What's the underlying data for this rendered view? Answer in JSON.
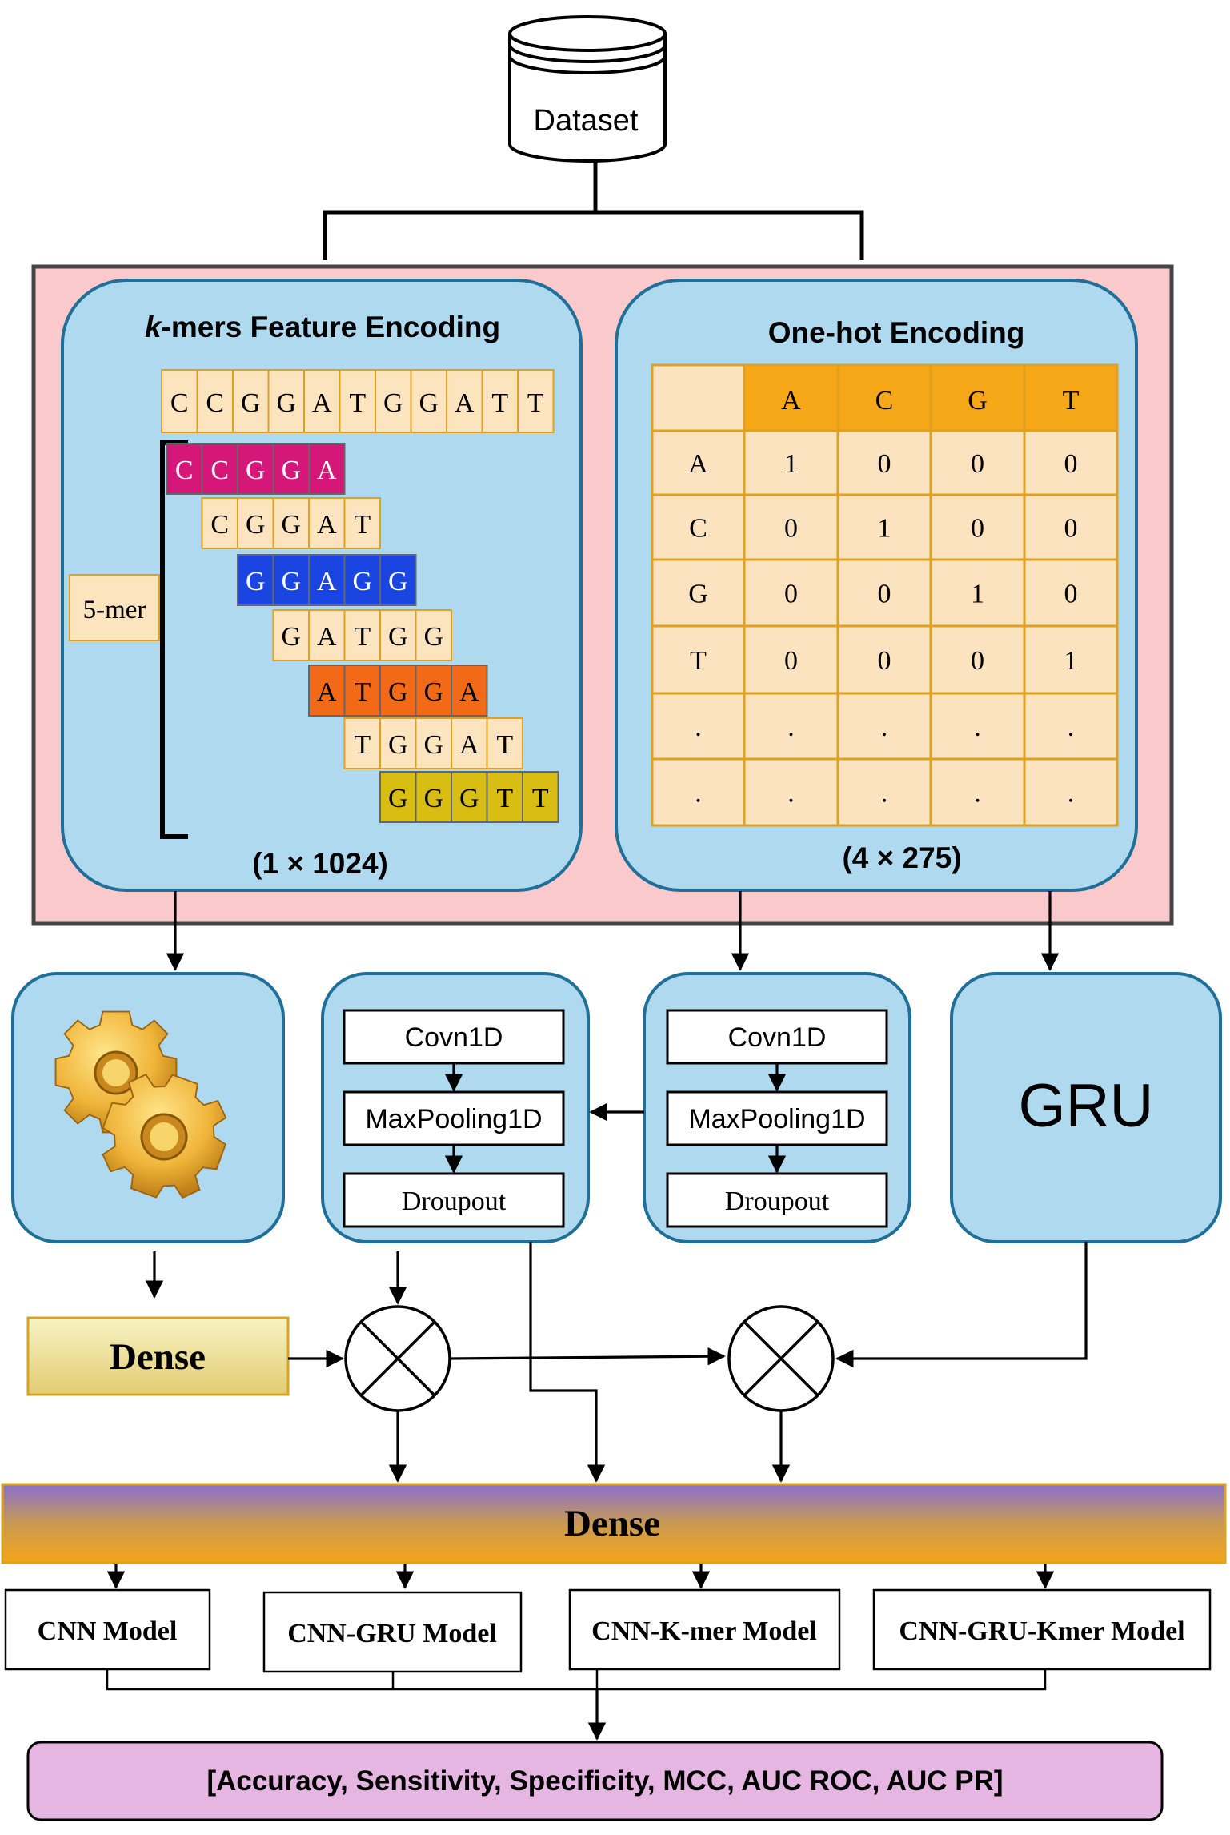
{
  "dataset": {
    "label": "Dataset"
  },
  "kmer": {
    "title_italic": "k",
    "title_rest": "-mers Feature Encoding",
    "sequence": [
      "C",
      "C",
      "G",
      "G",
      "A",
      "T",
      "G",
      "G",
      "A",
      "T",
      "T"
    ],
    "kmer_label": "5-mer",
    "rows": [
      {
        "letters": [
          "C",
          "C",
          "G",
          "G",
          "A"
        ],
        "fill": "#d6177a",
        "text": "#ffffff"
      },
      {
        "letters": [
          "C",
          "G",
          "G",
          "A",
          "T"
        ],
        "fill": "#fce4bf",
        "text": "#000000"
      },
      {
        "letters": [
          "G",
          "G",
          "A",
          "G",
          "G"
        ],
        "fill": "#1a45e0",
        "text": "#ffffff"
      },
      {
        "letters": [
          "G",
          "A",
          "T",
          "G",
          "G"
        ],
        "fill": "#fce4bf",
        "text": "#000000"
      },
      {
        "letters": [
          "A",
          "T",
          "G",
          "G",
          "A"
        ],
        "fill": "#f26a17",
        "text": "#000000"
      },
      {
        "letters": [
          "T",
          "G",
          "G",
          "A",
          "T"
        ],
        "fill": "#fce4bf",
        "text": "#000000"
      },
      {
        "letters": [
          "G",
          "G",
          "G",
          "T",
          "T"
        ],
        "fill": "#d8bd12",
        "text": "#000000"
      }
    ],
    "dims": "(1 × 1024)"
  },
  "onehot": {
    "title": "One-hot Encoding",
    "columns": [
      "A",
      "C",
      "G",
      "T"
    ],
    "rows": [
      {
        "label": "A",
        "values": [
          "1",
          "0",
          "0",
          "0"
        ]
      },
      {
        "label": "C",
        "values": [
          "0",
          "1",
          "0",
          "0"
        ]
      },
      {
        "label": "G",
        "values": [
          "0",
          "0",
          "1",
          "0"
        ]
      },
      {
        "label": "T",
        "values": [
          "0",
          "0",
          "0",
          "1"
        ]
      },
      {
        "label": ".",
        "values": [
          ".",
          ".",
          ".",
          "."
        ]
      },
      {
        "label": ".",
        "values": [
          ".",
          ".",
          ".",
          "."
        ]
      }
    ],
    "dims": "(4 × 275)"
  },
  "blocks": {
    "gear_icon": "gears-icon",
    "cnn_left": [
      "Covn1D",
      "MaxPooling1D",
      "Droupout"
    ],
    "cnn_right": [
      "Covn1D",
      "MaxPooling1D",
      "Droupout"
    ],
    "gru": "GRU"
  },
  "dense_small": "Dense",
  "dense_big": "Dense",
  "models": [
    "CNN Model",
    "CNN-GRU Model",
    "CNN-K-mer Model",
    "CNN-GRU-Kmer Model"
  ],
  "metrics": "[Accuracy, Sensitivity, Specificity, MCC, AUC ROC, AUC PR]",
  "colors": {
    "panel_fill": "#aed9ee",
    "panel_stroke": "#1f6f99",
    "encoding_bg": "#f9c9cb",
    "table_header": "#f5a718",
    "table_cell": "#fbe3c0",
    "metrics_fill": "#e6b6e3"
  }
}
